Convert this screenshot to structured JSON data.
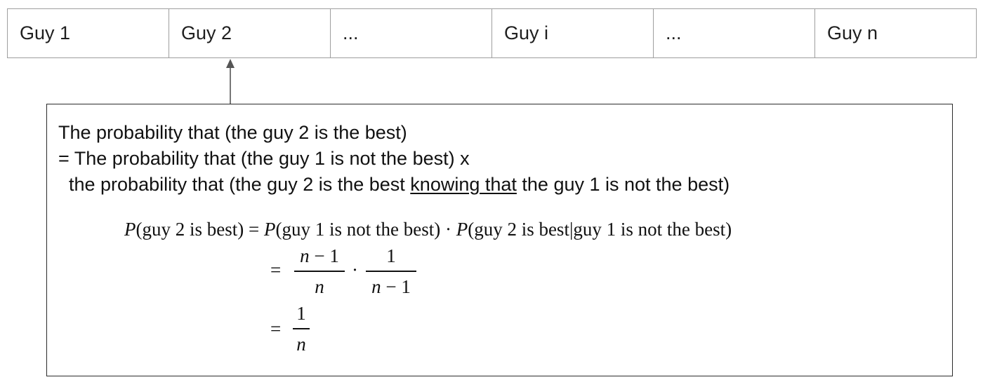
{
  "top_row": {
    "cells": [
      "Guy 1",
      "Guy 2",
      "...",
      "Guy i",
      "...",
      "Guy n"
    ]
  },
  "explanation": {
    "line1": "The probability that (the guy 2 is the best)",
    "line2": "= The probability that (the guy 1 is not the best) x",
    "line3_before": "  the probability that (the guy 2 is the best ",
    "line3_underlined": "knowing that",
    "line3_after": " the guy 1 is not the best)"
  },
  "equation": {
    "P": "P",
    "lhs_arg": "(guy 2 is best)",
    "eq": "=",
    "rhs_arg1": "(guy 1 is not the best)",
    "dot": "·",
    "rhs_arg2": "(guy 2 is best|guy 1 is not the best)",
    "frac1_num_var": "n",
    "frac1_num_rest": " − 1",
    "frac1_den": "n",
    "frac2_num": "1",
    "frac2_den_var": "n",
    "frac2_den_rest": " − 1",
    "frac3_num": "1",
    "frac3_den": "n"
  },
  "colors": {
    "grid_border": "#9e9e9e",
    "box_border": "#2b2b2b",
    "arrow": "#555555"
  }
}
